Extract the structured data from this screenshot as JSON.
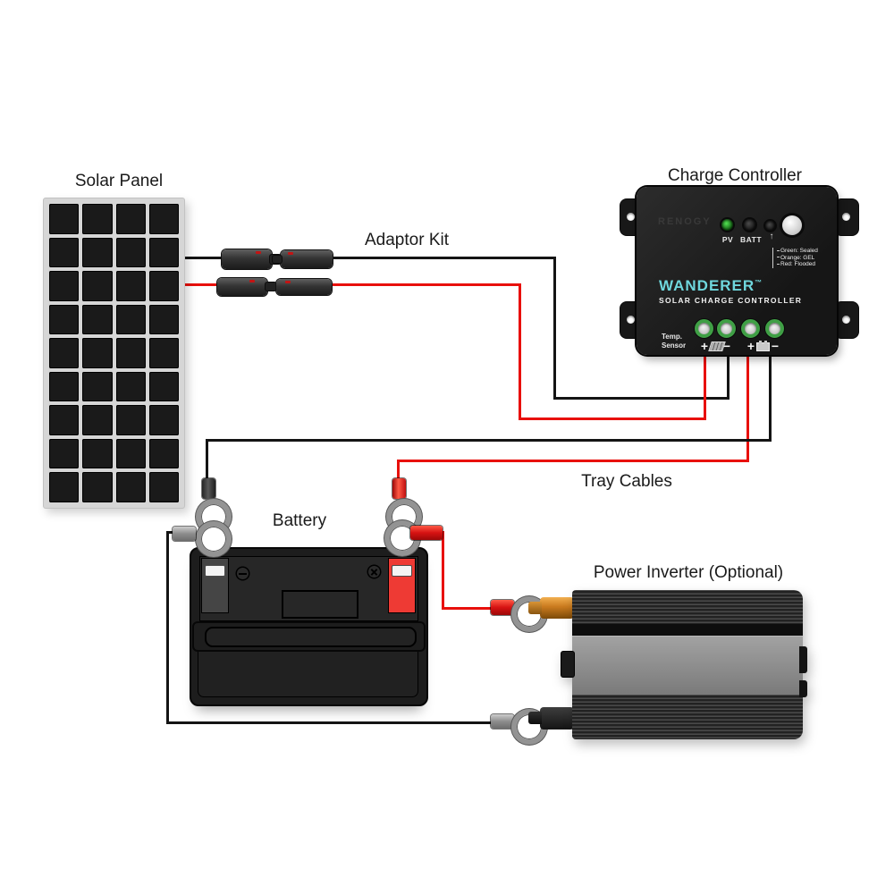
{
  "labels": {
    "solar_panel": "Solar Panel",
    "charge_controller": "Charge Controller",
    "adaptor_kit": "Adaptor Kit",
    "tray_cables": "Tray Cables",
    "battery": "Battery",
    "power_inverter": "Power Inverter (Optional)"
  },
  "charge_controller": {
    "brand": "RENOGY",
    "model": "WANDERER",
    "trademark": "™",
    "subtitle": "SOLAR CHARGE CONTROLLER",
    "led_labels": {
      "pv": "PV",
      "batt": "BATT"
    },
    "battery_type_arrow": "↑",
    "battery_type_legend": [
      "Green: Sealed",
      "Orange: GEL",
      "Red: Flooded"
    ],
    "temp_sensor_label": {
      "line1": "Temp.",
      "line2": "Sensor"
    },
    "terminal_signs": {
      "pv_plus": "+",
      "pv_minus": "−",
      "batt_plus": "+",
      "batt_minus": "−"
    }
  },
  "solar_panel": {
    "columns": 4,
    "rows": 9
  },
  "colors": {
    "wire_red": "#e8100c",
    "wire_black": "#141414",
    "model_text_cyan": "#6fd7dd",
    "terminal_ring_green": "#3f9f45",
    "battery_positive_red": "#ee3a34",
    "inverter_post_orange": "#c97a1e",
    "label_text": "#1a1a1a"
  }
}
